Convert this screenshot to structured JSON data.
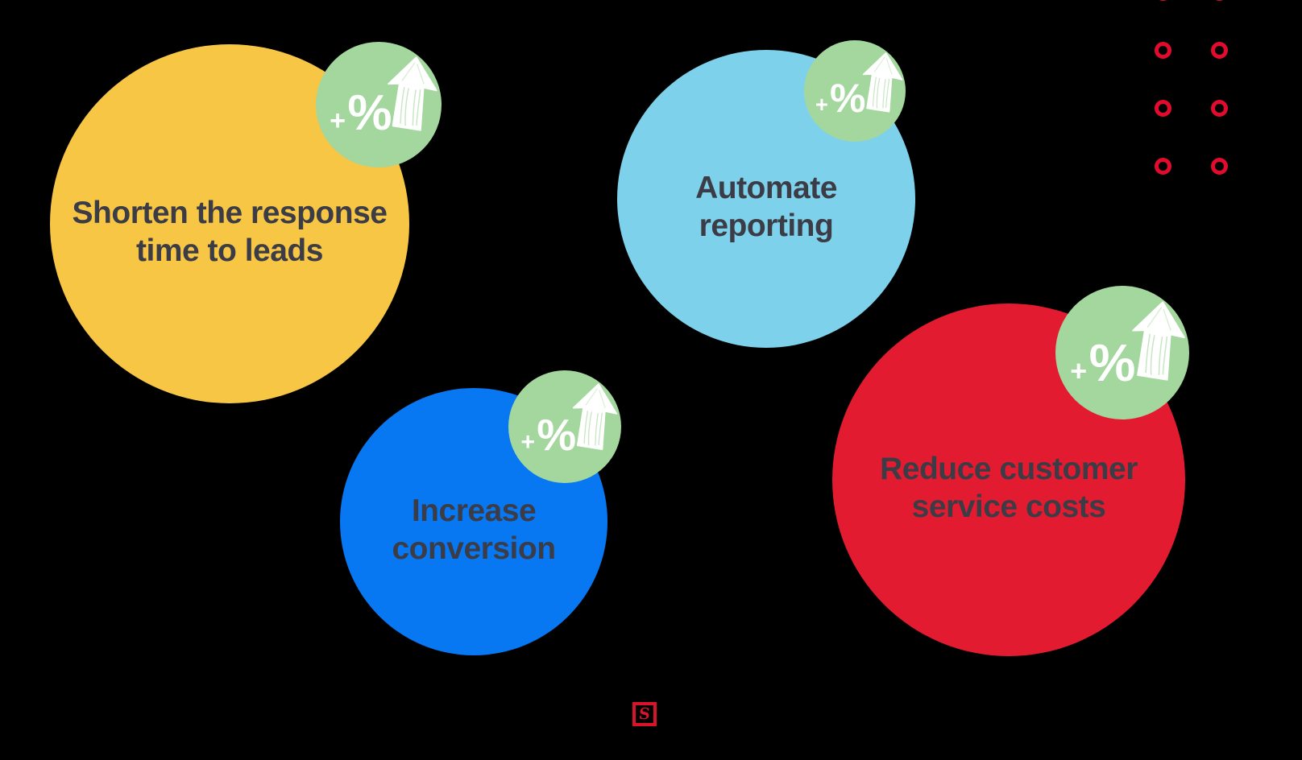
{
  "background_color": "#000000",
  "text_color": "#3B3C46",
  "badge": {
    "color": "#A3D79E",
    "symbol_color": "#FFFFFF",
    "icon": "up-arrow-icon"
  },
  "bubbles": [
    {
      "name": "shorten-response-time",
      "color": "#F7C645",
      "lines": [
        "Shorten the response",
        "time to leads"
      ],
      "badge": {
        "plus": "+",
        "percent": "%"
      }
    },
    {
      "name": "automate-reporting",
      "color": "#7DD1EA",
      "lines": [
        "Automate",
        "reporting"
      ],
      "badge": {
        "plus": "+",
        "percent": "%"
      }
    },
    {
      "name": "increase-conversion",
      "color": "#0877F2",
      "lines": [
        "Increase",
        "conversion"
      ],
      "badge": {
        "plus": "+",
        "percent": "%"
      }
    },
    {
      "name": "reduce-customer-service-costs",
      "color": "#E31B31",
      "lines": [
        "Reduce customer",
        "service costs"
      ],
      "badge": {
        "plus": "+",
        "percent": "%"
      }
    }
  ],
  "ornaments": {
    "dots_color": "#E30B2D",
    "logo": {
      "letter": "S",
      "color": "#D6152B"
    }
  }
}
